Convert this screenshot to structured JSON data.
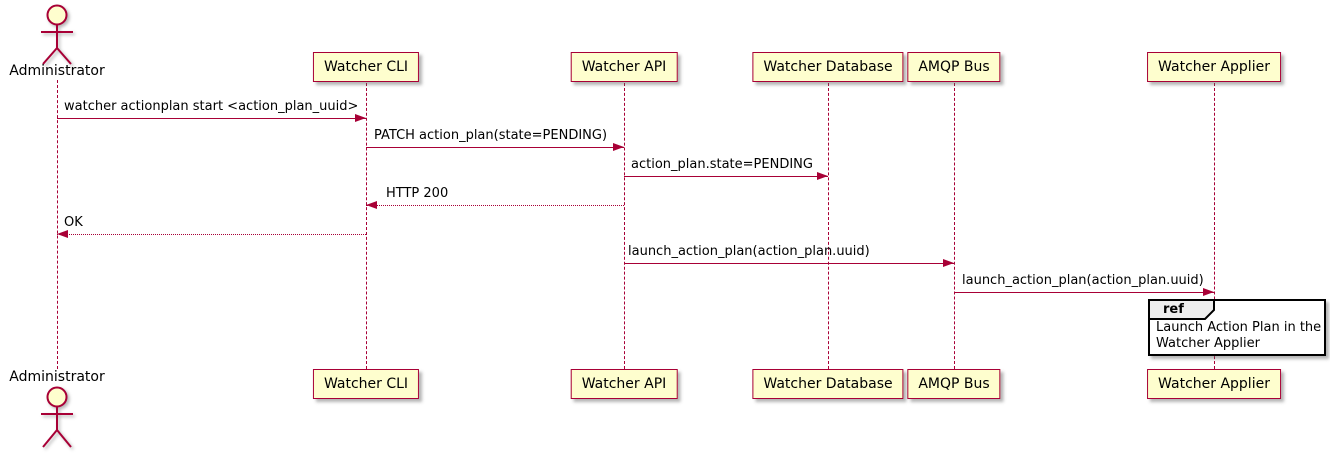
{
  "diagram": {
    "type": "sequence",
    "colors": {
      "participant_fill": "#FEFECE",
      "participant_border": "#A80036",
      "message_line": "#A80036",
      "lifeline": "#A80036",
      "text": "#000000",
      "ref_header_fill": "#EEEEEE",
      "ref_border": "#000000",
      "ref_fill": "#FFFFFF"
    },
    "actor": {
      "name": "Administrator"
    },
    "participants": [
      {
        "label": "Watcher CLI"
      },
      {
        "label": "Watcher API"
      },
      {
        "label": "Watcher Database"
      },
      {
        "label": "AMQP Bus"
      },
      {
        "label": "Watcher Applier"
      }
    ],
    "messages": [
      {
        "from": "Administrator",
        "to": "Watcher CLI",
        "text": "watcher actionplan start <action_plan_uuid>",
        "line": "solid",
        "direction": "right"
      },
      {
        "from": "Watcher CLI",
        "to": "Watcher API",
        "text": "PATCH action_plan(state=PENDING)",
        "line": "solid",
        "direction": "right"
      },
      {
        "from": "Watcher API",
        "to": "Watcher Database",
        "text": "action_plan.state=PENDING",
        "line": "solid",
        "direction": "right"
      },
      {
        "from": "Watcher API",
        "to": "Watcher CLI",
        "text": "HTTP 200",
        "line": "dotted",
        "direction": "left"
      },
      {
        "from": "Watcher CLI",
        "to": "Administrator",
        "text": "OK",
        "line": "dotted",
        "direction": "left"
      },
      {
        "from": "Watcher API",
        "to": "AMQP Bus",
        "text": "launch_action_plan(action_plan.uuid)",
        "line": "solid",
        "direction": "right"
      },
      {
        "from": "AMQP Bus",
        "to": "Watcher Applier",
        "text": "launch_action_plan(action_plan.uuid)",
        "line": "solid",
        "direction": "right"
      }
    ],
    "ref": {
      "keyword": "ref",
      "lines": [
        "Launch Action Plan in the",
        "Watcher Applier"
      ]
    }
  }
}
